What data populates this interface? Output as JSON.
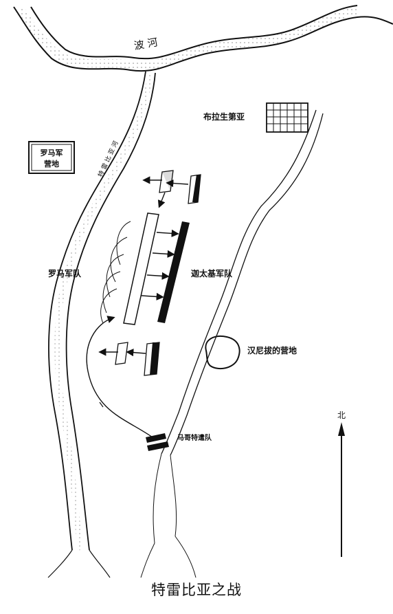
{
  "map": {
    "labels": {
      "river": "波 河",
      "brixia": "布拉生第亚",
      "roman_camp_line1": "罗马军",
      "roman_camp_line2": "营地",
      "roman_army": "罗马军队",
      "carthage_army": "迦太基军队",
      "hannibal_camp": "汉尼拔的营地",
      "mago_detachment": "马哥特遣队",
      "north": "北",
      "tributary": "特 雷 比 亚 河"
    },
    "caption": "特雷比亚之战"
  }
}
